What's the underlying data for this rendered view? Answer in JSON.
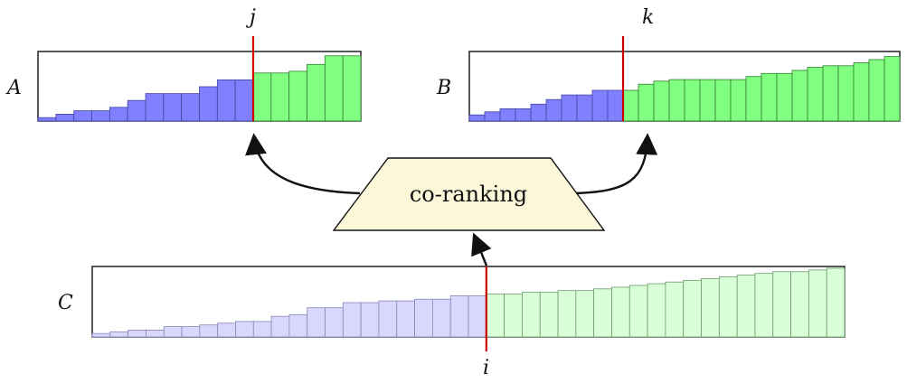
{
  "labels": {
    "a": "A",
    "b": "B",
    "c": "C",
    "j": "j",
    "k": "k",
    "i": "i",
    "center": "co-ranking"
  },
  "colors": {
    "blue_dark": "#8080ff",
    "green_dark": "#80ff80",
    "blue_light": "#d8d8ff",
    "green_light": "#d9ffd9",
    "split_line": "#cc0000",
    "trapezoid_fill": "#fbf7d8",
    "outline": "#111111"
  },
  "panels": {
    "a": {
      "heights": [
        2,
        4,
        6,
        6,
        8,
        12,
        16,
        16,
        16,
        20,
        24,
        24,
        28,
        28,
        29,
        33,
        38,
        38
      ],
      "split_index": 12,
      "style": "dark"
    },
    "b": {
      "heights": [
        4,
        6,
        8,
        8,
        11,
        14,
        17,
        17,
        20,
        20,
        20,
        24,
        26,
        27,
        27,
        27,
        27,
        27,
        29,
        31,
        31,
        33,
        35,
        36,
        36,
        38,
        40,
        42
      ],
      "split_index": 10,
      "style": "dark"
    },
    "c": {
      "heights": [
        2,
        3,
        4,
        4,
        6,
        6,
        7,
        8,
        9,
        9,
        12,
        13,
        17,
        17,
        20,
        20,
        21,
        21,
        22,
        22,
        24,
        24,
        25,
        25,
        26,
        26,
        27,
        27,
        28,
        29,
        30,
        31,
        32,
        33,
        34,
        35,
        36,
        37,
        38,
        38,
        39,
        40
      ],
      "split_index": 22,
      "style": "light"
    }
  }
}
